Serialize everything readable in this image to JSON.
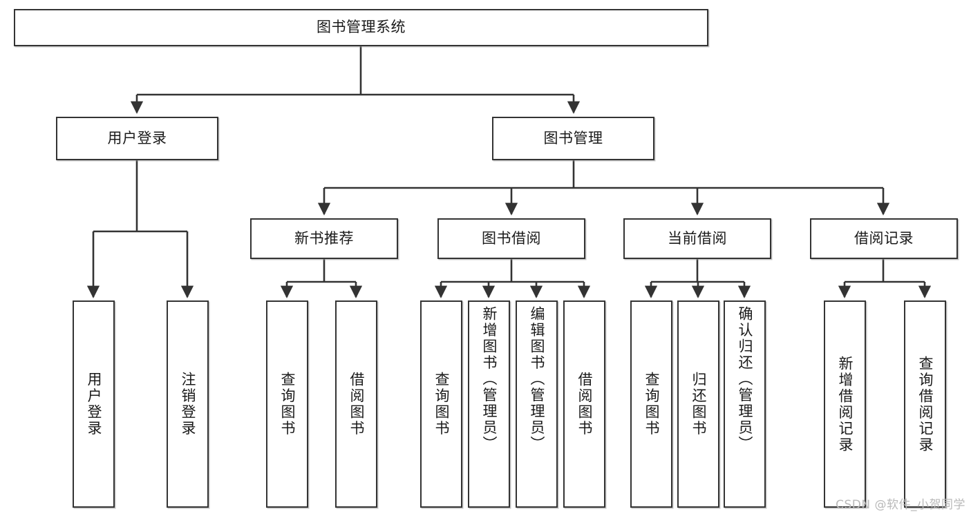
{
  "diagram": {
    "title": "图书管理系统",
    "type": "tree-hierarchy",
    "watermark": "CSDN @软件_小贺同学",
    "colors": {
      "stroke": "#333333",
      "fill": "#ffffff",
      "text": "#1a1a1a",
      "watermark": "#b9b9b9"
    },
    "nodes": {
      "root": {
        "label": "图书管理系统",
        "level": 1
      },
      "l2": [
        {
          "id": "user-login",
          "label": "用户登录",
          "level": 2
        },
        {
          "id": "book-manage",
          "label": "图书管理",
          "level": 2
        }
      ],
      "l3": [
        {
          "id": "new-book-rec",
          "label": "新书推荐",
          "level": 3,
          "parent": "book-manage"
        },
        {
          "id": "book-borrow",
          "label": "图书借阅",
          "level": 3,
          "parent": "book-manage"
        },
        {
          "id": "current-borrow",
          "label": "当前借阅",
          "level": 3,
          "parent": "book-manage"
        },
        {
          "id": "borrow-record",
          "label": "借阅记录",
          "level": 3,
          "parent": "book-manage"
        }
      ],
      "leaves": [
        {
          "id": "leaf-user-login",
          "label": "用户登录",
          "parent": "user-login"
        },
        {
          "id": "leaf-logout",
          "label": "注销登录",
          "parent": "user-login"
        },
        {
          "id": "leaf-query-book-1",
          "label": "查询图书",
          "parent": "new-book-rec"
        },
        {
          "id": "leaf-borrow-book-1",
          "label": "借阅图书",
          "parent": "new-book-rec"
        },
        {
          "id": "leaf-query-book-2",
          "label": "查询图书",
          "parent": "book-borrow"
        },
        {
          "id": "leaf-add-book",
          "label": "新增图书（管理员）",
          "parent": "book-borrow"
        },
        {
          "id": "leaf-edit-book",
          "label": "编辑图书（管理员）",
          "parent": "book-borrow"
        },
        {
          "id": "leaf-borrow-book-2",
          "label": "借阅图书",
          "parent": "book-borrow"
        },
        {
          "id": "leaf-query-book-3",
          "label": "查询图书",
          "parent": "current-borrow"
        },
        {
          "id": "leaf-return-book",
          "label": "归还图书",
          "parent": "current-borrow"
        },
        {
          "id": "leaf-confirm-return",
          "label": "确认归还（管理员）",
          "parent": "current-borrow"
        },
        {
          "id": "leaf-add-record",
          "label": "新增借阅记录",
          "parent": "borrow-record"
        },
        {
          "id": "leaf-query-record",
          "label": "查询借阅记录",
          "parent": "borrow-record"
        }
      ]
    }
  }
}
